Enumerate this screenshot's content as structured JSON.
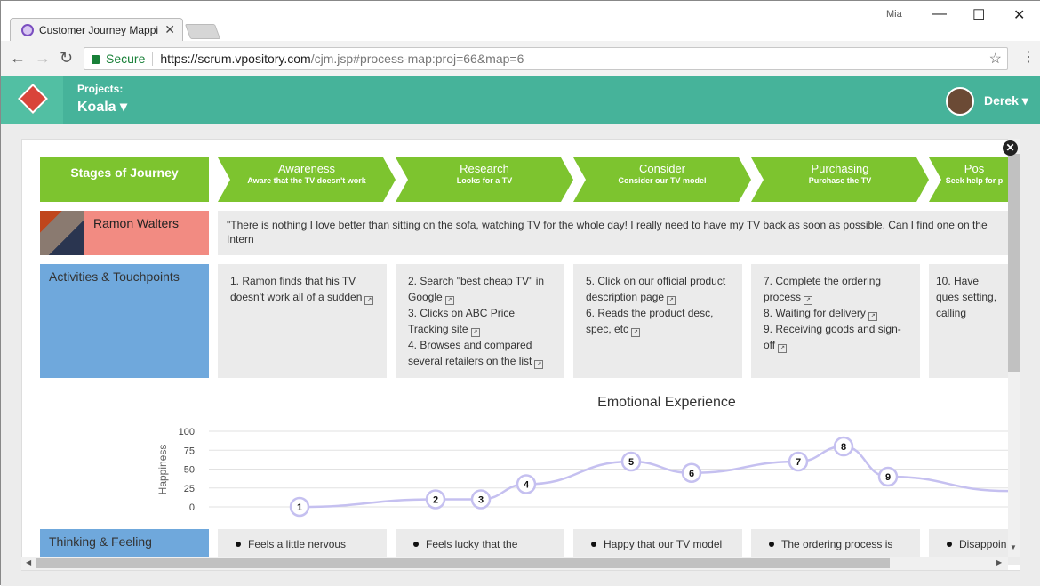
{
  "browser": {
    "tab_title": "Customer Journey Mappi",
    "user": "Mia",
    "url_secure": "Secure",
    "url_host": "https://scrum.vpository.com",
    "url_path": "/cjm.jsp#process-map:proj=66&map=6"
  },
  "app": {
    "projects_label": "Projects:",
    "project": "Koala ▾",
    "user": "Derek ▾",
    "accent": "#46b39a"
  },
  "map": {
    "stages_label": "Stages of Journey",
    "stages": [
      {
        "name": "Awareness",
        "desc": "Aware that the TV doesn't work"
      },
      {
        "name": "Research",
        "desc": "Looks for a TV"
      },
      {
        "name": "Consider",
        "desc": "Consider our TV model"
      },
      {
        "name": "Purchasing",
        "desc": "Purchase the TV"
      },
      {
        "name": "Pos",
        "desc": "Seek help for p"
      }
    ],
    "persona": {
      "name": "Ramon Walters",
      "quote": "\"There is nothing I love better than sitting on the sofa, watching TV for the whole day! I really need to have my TV back as soon as possible. Can I find one on the Intern"
    },
    "activities_label": "Activities & Touchpoints",
    "activities": [
      [
        "1. Ramon finds that his TV doesn't work all of a sudden"
      ],
      [
        "2. Search \"best cheap TV\" in Google",
        "3. Clicks on ABC Price Tracking site",
        "4. Browses and compared several retailers on the list"
      ],
      [
        "5. Click on our official product description page",
        "6. Reads the product desc, spec, etc"
      ],
      [
        "7. Complete the ordering process",
        "8. Waiting for delivery",
        "9. Receiving goods and sign-off"
      ],
      [
        "10. Have ques setting, calling"
      ]
    ],
    "thinking_label": "Thinking & Feeling",
    "thinking": [
      "Feels a little nervous",
      "Feels lucky that the",
      "Happy that our TV model",
      "The ordering process is",
      "Disappoin"
    ]
  },
  "chart_data": {
    "type": "line",
    "title": "Emotional Experience",
    "ylabel": "Happiness",
    "ylim": [
      0,
      100
    ],
    "yticks": [
      "0",
      "25",
      "50",
      "75",
      "100"
    ],
    "grid": true,
    "points": [
      {
        "label": "1",
        "y": 0
      },
      {
        "label": "2",
        "y": 10
      },
      {
        "label": "3",
        "y": 10
      },
      {
        "label": "4",
        "y": 30
      },
      {
        "label": "5",
        "y": 60
      },
      {
        "label": "6",
        "y": 45
      },
      {
        "label": "7",
        "y": 60
      },
      {
        "label": "8",
        "y": 80
      },
      {
        "label": "9",
        "y": 40
      }
    ],
    "line_color": "#c5c0f0"
  }
}
